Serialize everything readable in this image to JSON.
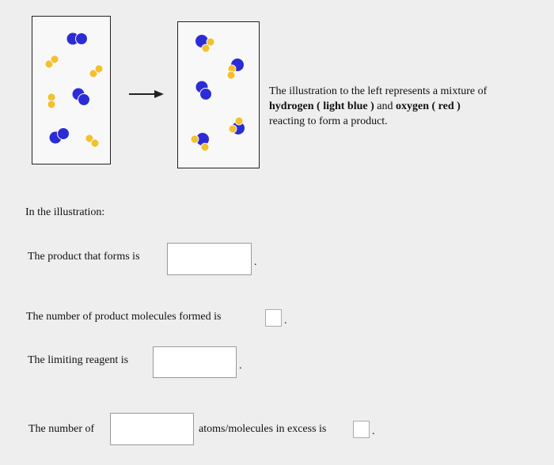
{
  "description": {
    "line1": "The illustration to the left represents a mixture of",
    "hydrogen": "hydrogen",
    "light_blue": "( light blue )",
    "and": "and",
    "oxygen": "oxygen",
    "red": "( red )",
    "line3": "reacting to form a product."
  },
  "intro": "In the illustration:",
  "questions": {
    "q1_label": "The product that forms is",
    "q2_label": "The number of product molecules formed is",
    "q3_label": "The limiting reagent is",
    "q4_label_before": "The number of",
    "q4_label_after": "atoms/molecules in excess is"
  },
  "colors": {
    "oxygen": "#2c2cd6",
    "hydrogen": "#f3c030"
  }
}
